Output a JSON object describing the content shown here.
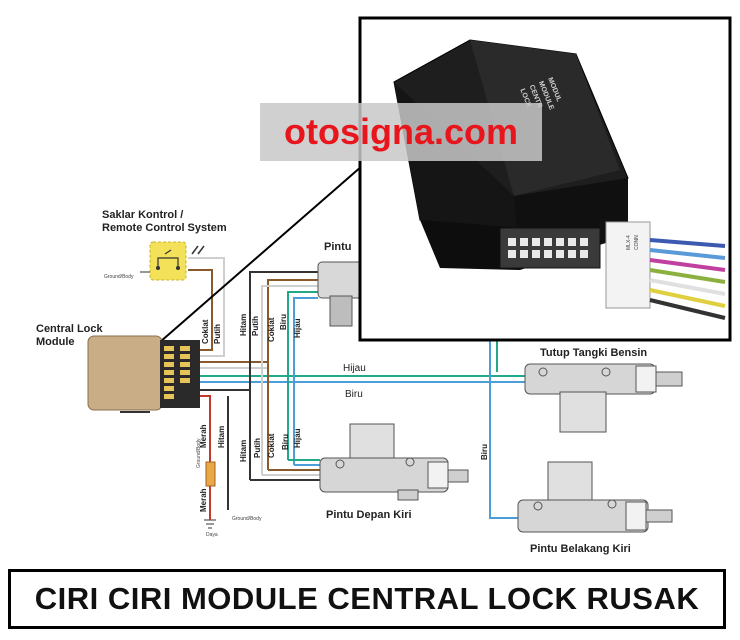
{
  "diagram": {
    "labels": {
      "switch": "Saklar Kontrol /",
      "switch2": "Remote Control System",
      "module": "Central Lock",
      "module2": "Module",
      "door_front_right": "Pintu",
      "fuel": "Tutup Tangki Bensin",
      "door_front_left": "Pintu Depan Kiri",
      "door_rear_left": "Pintu Belakang Kiri",
      "ground1": "Ground/Body",
      "ground2": "Ground/Body",
      "fuse": "Ground/Body",
      "power": "Daya"
    },
    "wire_labels": {
      "hijau": "Hijau",
      "biru": "Biru",
      "coklat": "Coklat",
      "putih": "Putih",
      "hitam": "Hitam",
      "merah": "Merah"
    },
    "module_label": [
      "MODUL",
      "MODULE",
      "CENTR",
      "LOCK"
    ],
    "connector_label": [
      "MLX-4",
      "CONN"
    ]
  },
  "brand": "otosigna.com",
  "title": "CIRI CIRI MODULE CENTRAL LOCK RUSAK",
  "colors": {
    "hijau": "#22aa88",
    "biru": "#4a9fd8",
    "coklat": "#8b5a2b",
    "hitam": "#333333",
    "merah": "#c0392b",
    "brand": "#e8161c"
  }
}
